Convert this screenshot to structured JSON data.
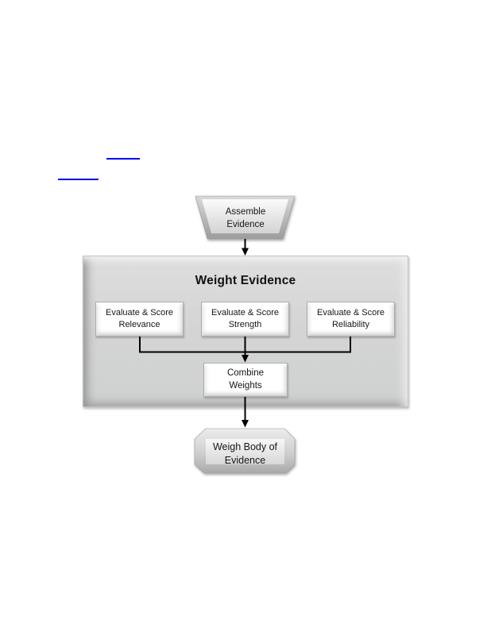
{
  "colors": {
    "page_background": "#ffffff",
    "hyperlink_blue": "#0000ee",
    "connector_black": "#000000",
    "panel_fill": "#d4d4d4",
    "node_fill": "#ffffff",
    "text": "#161616"
  },
  "diagram": {
    "panel_title": "Weight Evidence",
    "nodes": {
      "assemble": {
        "line1": "Assemble",
        "line2": "Evidence"
      },
      "relevance": {
        "line1": "Evaluate & Score",
        "line2": "Relevance"
      },
      "strength": {
        "line1": "Evaluate & Score",
        "line2": "Strength"
      },
      "reliability": {
        "line1": "Evaluate & Score",
        "line2": "Reliability"
      },
      "combine": {
        "line1": "Combine",
        "line2": "Weights"
      },
      "weigh_body": {
        "line1": "Weigh Body of",
        "line2": "Evidence"
      }
    },
    "edges": [
      "Assemble Evidence -> Weight Evidence",
      "Evaluate & Score Relevance -> Combine Weights",
      "Evaluate & Score Strength -> Combine Weights",
      "Evaluate & Score Reliability -> Combine Weights",
      "Combine Weights -> Weigh Body of Evidence"
    ]
  }
}
